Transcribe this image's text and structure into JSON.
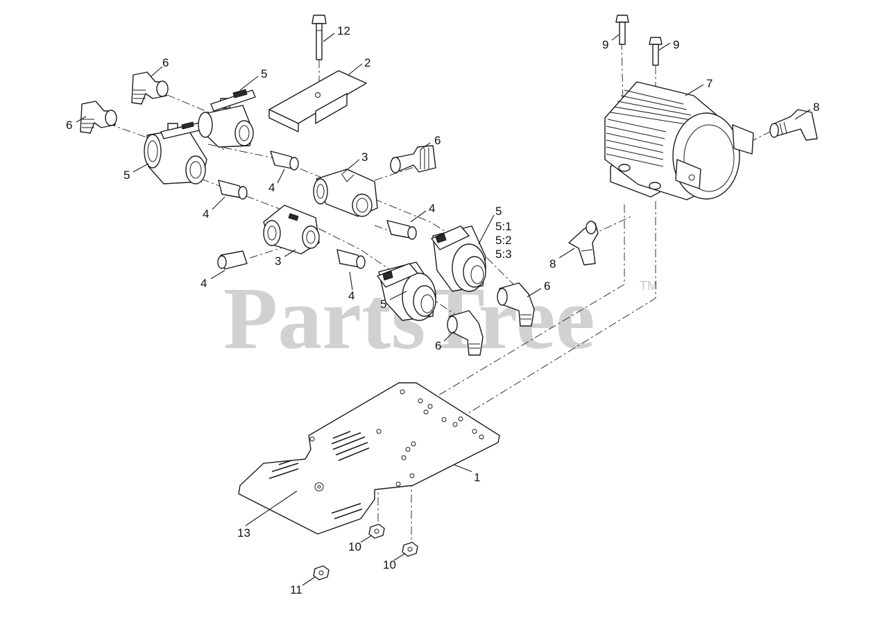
{
  "diagram": {
    "watermark": {
      "text": "PartsTree",
      "trademark": "TM"
    },
    "callouts": {
      "c1": "1",
      "c2": "2",
      "c3a": "3",
      "c3b": "3",
      "c4a": "4",
      "c4b": "4",
      "c4c": "4",
      "c4d": "4",
      "c4e": "4",
      "c5a": "5",
      "c5b": "5",
      "c5c": "5",
      "c5d": "5",
      "c5e": "5:1",
      "c5f": "5:2",
      "c5g": "5:3",
      "c6a": "6",
      "c6b": "6",
      "c6c": "6",
      "c6d": "6",
      "c6e": "6",
      "c7": "7",
      "c8a": "8",
      "c8b": "8",
      "c9a": "9",
      "c9b": "9",
      "c10a": "10",
      "c10b": "10",
      "c11": "11",
      "c12": "12",
      "c13": "13"
    }
  }
}
